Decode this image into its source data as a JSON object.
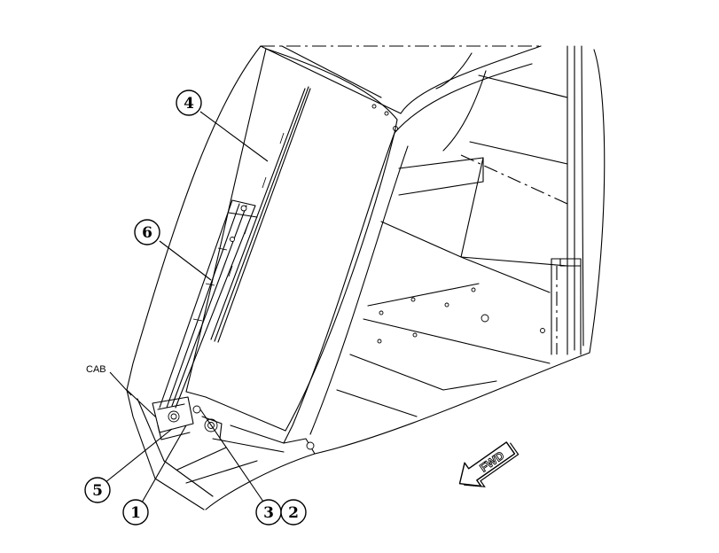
{
  "callouts": {
    "c1": "1",
    "c2": "2",
    "c3": "3",
    "c4": "4",
    "c5": "5",
    "c6": "6"
  },
  "labels": {
    "cab": "CAB",
    "fwd": "FWD"
  },
  "icons": {
    "direction_arrow": "fwd-arrow-icon"
  }
}
